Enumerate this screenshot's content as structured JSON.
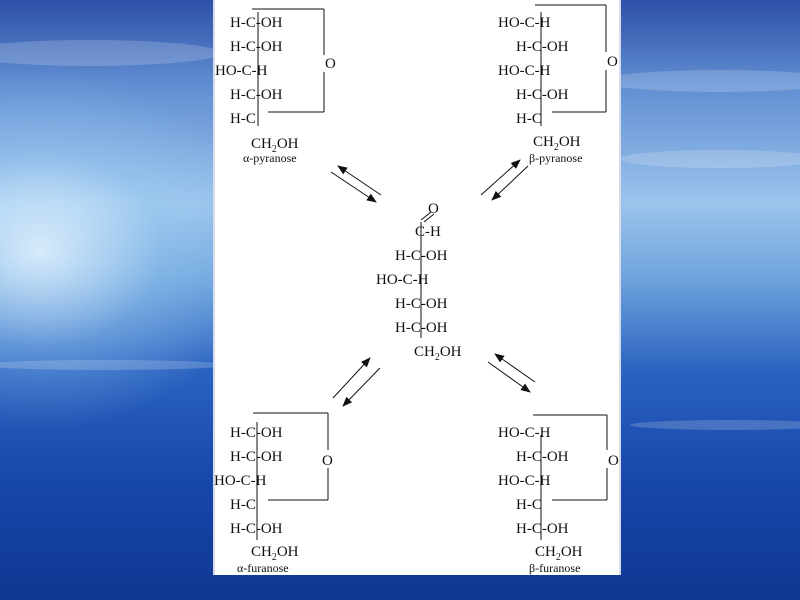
{
  "structures": {
    "alpha_pyranose": {
      "rows": [
        "H-C-OH",
        "H-C-OH",
        "HO-C-H",
        "H-C-OH",
        "H-C"
      ],
      "tail": "CH2OH",
      "ring_o": "O",
      "label": "α-pyranose"
    },
    "beta_pyranose": {
      "rows": [
        "HO-C-H",
        "H-C-OH",
        "HO-C-H",
        "H-C-OH",
        "H-C"
      ],
      "tail": "CH2OH",
      "ring_o": "O",
      "label": "β-pyranose"
    },
    "open_chain": {
      "top_o": "O",
      "rows": [
        "C-H",
        "H-C-OH",
        "HO-C-H",
        "H-C-OH",
        "H-C-OH"
      ],
      "tail": "CH2OH"
    },
    "alpha_furanose": {
      "rows": [
        "H-C-OH",
        "H-C-OH",
        "HO-C-H",
        "H-C",
        "H-C-OH"
      ],
      "tail": "CH2OH",
      "ring_o": "O",
      "label": "α-furanose"
    },
    "beta_furanose": {
      "rows": [
        "HO-C-H",
        "H-C-OH",
        "HO-C-H",
        "H-C",
        "H-C-OH"
      ],
      "tail": "CH2OH",
      "ring_o": "O",
      "label": "β-furanose"
    }
  },
  "colors": {
    "ink": "#111111",
    "panel": "#ffffff"
  },
  "icons": {
    "equilibrium": "double-arrow-icon"
  }
}
